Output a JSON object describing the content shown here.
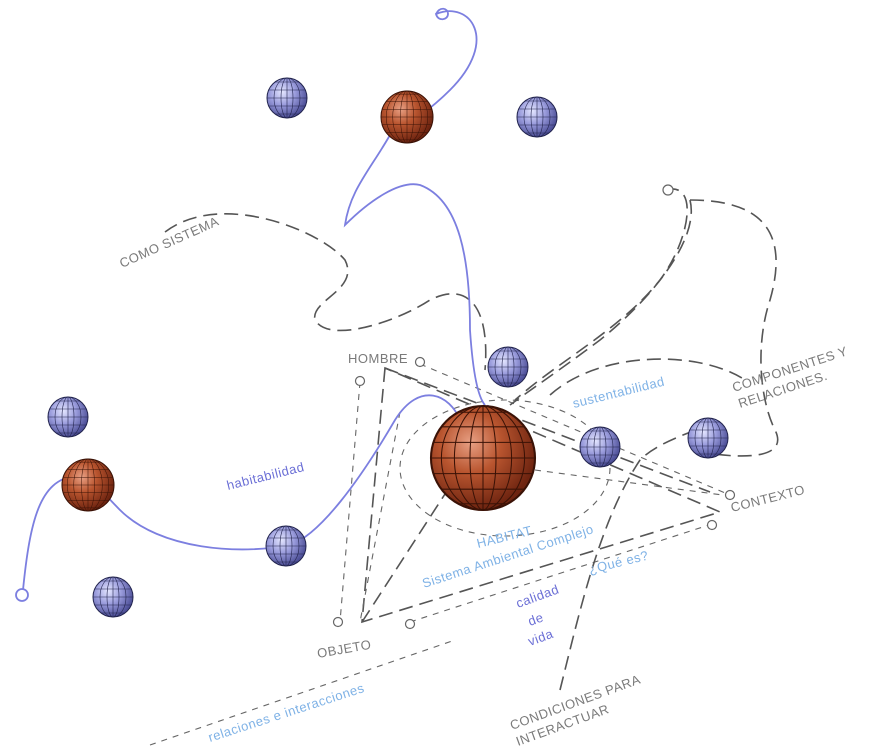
{
  "labels": {
    "como_sistema": "COMO SISTEMA",
    "hombre": "HOMBRE",
    "sustentabilidad": "sustentabilidad",
    "componentes_1": "COMPONENTES Y",
    "componentes_2": "RELACIONES.",
    "habitabilidad": "habitabilidad",
    "contexto": "CONTEXTO",
    "habitat": "HABITAT",
    "sistema": "Sistema Ambiental Complejo",
    "que_es": "¿Qué es?",
    "calidad": "calidad",
    "de": "de",
    "vida": "vida",
    "objeto": "OBJETO",
    "relaciones": "relaciones e interacciones",
    "condiciones_1": "CONDICIONES PARA",
    "condiciones_2": "INTERACTUAR"
  },
  "colors": {
    "sphere_red": "#b04a2a",
    "sphere_blue": "#8d8fd0",
    "curve": "#7c7fe0",
    "label_gray": "#7a7a7a",
    "label_blue": "#7fb2e6",
    "label_purple": "#6b6fd6"
  }
}
